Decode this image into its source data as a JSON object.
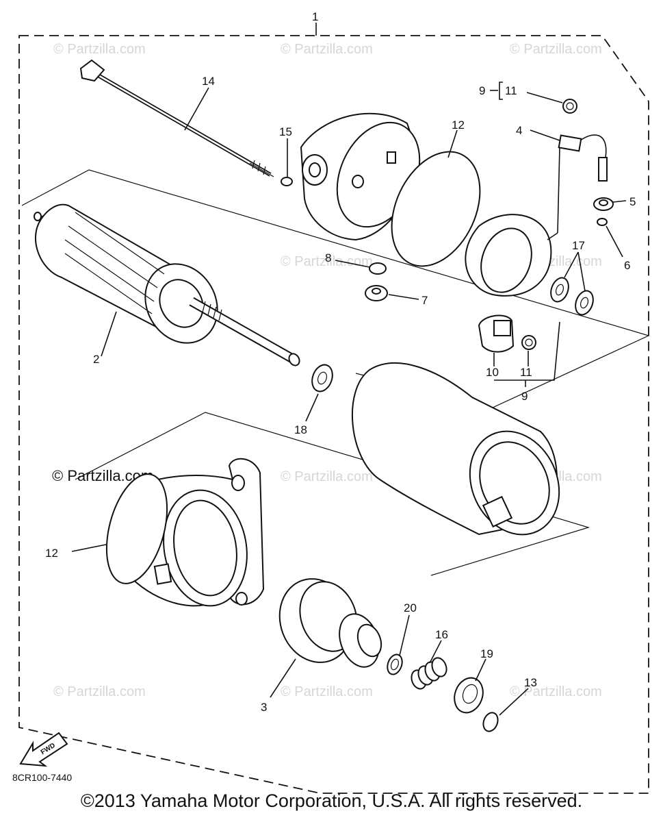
{
  "diagram": {
    "code": "8CR100-7440",
    "fwd_label": "FWD",
    "copyright": "©2013 Yamaha Motor Corporation, U.S.A. All rights reserved.",
    "watermark": "© Partzilla.com",
    "callouts": {
      "c1": "1",
      "c2": "2",
      "c3": "3",
      "c4": "4",
      "c5": "5",
      "c6": "6",
      "c7": "7",
      "c8": "8",
      "c9_top": "9",
      "c11_top": "11",
      "c9_bottom": "9",
      "c10": "10",
      "c11_bottom": "11",
      "c12_top": "12",
      "c12_left": "12",
      "c13": "13",
      "c14": "14",
      "c15": "15",
      "c16": "16",
      "c17": "17",
      "c18": "18",
      "c19": "19",
      "c20": "20"
    }
  }
}
